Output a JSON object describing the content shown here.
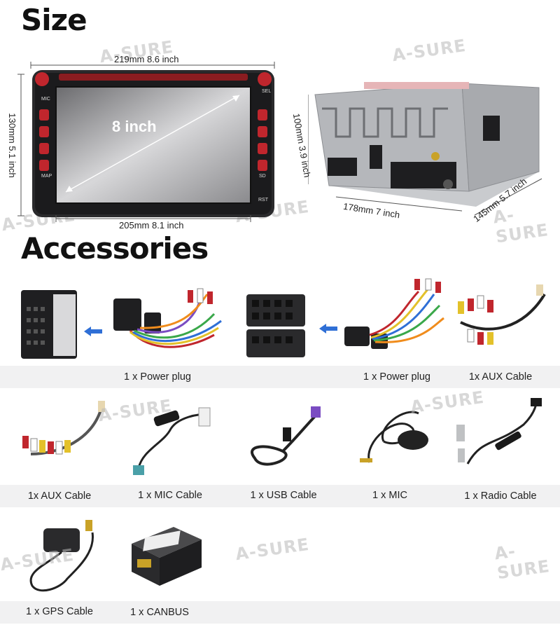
{
  "sections": {
    "size_title": "Size",
    "accessories_title": "Accessories"
  },
  "watermark": "A-SURE",
  "size": {
    "screen_label": "8 inch",
    "front_width": "219mm 8.6 inch",
    "front_height": "130mm 5.1 inch",
    "screen_width": "205mm 8.1 inch",
    "rear_height": "100mm 3.9 inch",
    "rear_width": "178mm 7 inch",
    "rear_depth": "145mm 5.7 inch",
    "panel_buttons_left": [
      "MIC",
      "MAP"
    ],
    "panel_buttons_right": [
      "SEL",
      "SD",
      "RST"
    ]
  },
  "accessories": {
    "row1": [
      "1 x Power plug",
      "1 x Power plug",
      "1x AUX Cable"
    ],
    "row2": [
      "1x AUX Cable",
      "1 x MIC Cable",
      "1 x USB Cable",
      "1 x MIC",
      "1 x Radio Cable"
    ],
    "row3": [
      "1 x GPS Cable",
      "1 x CANBUS"
    ]
  },
  "colors": {
    "band": "#f1f1f2",
    "arrow": "#2f6fd6",
    "accent_red": "#c0262d"
  }
}
